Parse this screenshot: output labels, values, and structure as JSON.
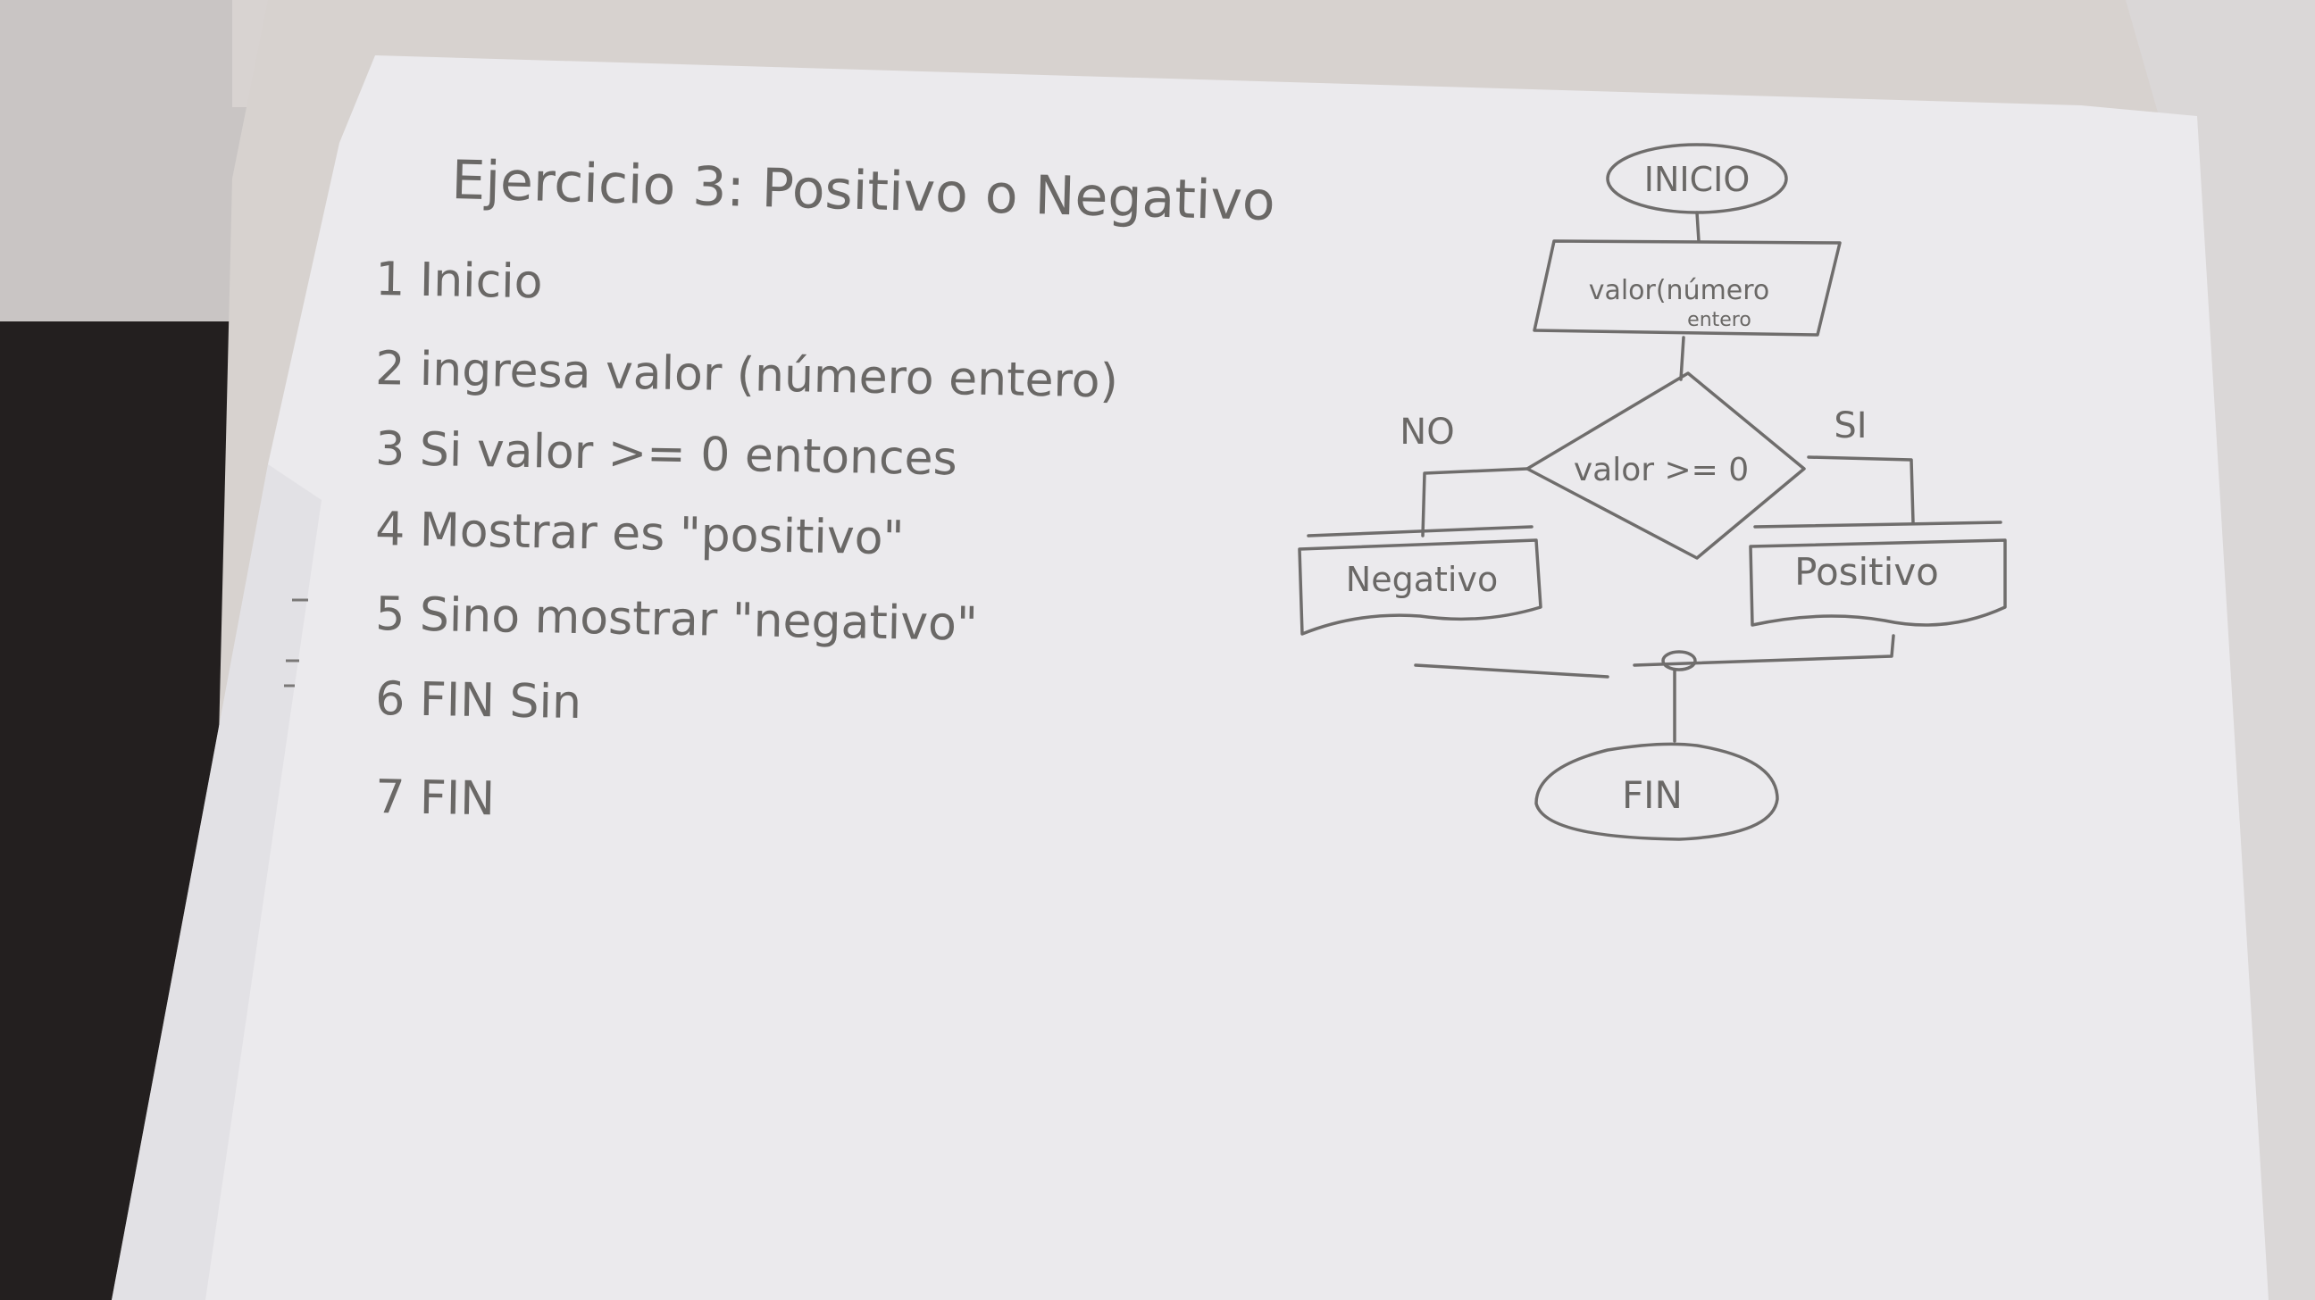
{
  "title": "Ejercicio 3: Positivo o Negativo",
  "steps": [
    "1 Inicio",
    "2 ingresa valor (número entero)",
    "3 Si valor >= 0 entonces",
    "4 Mostrar es \"positivo\"",
    "5 Sino mostrar \"negativo\"",
    "6 FIN Sin",
    "7 FIN"
  ],
  "flowchart": {
    "start": "INICIO",
    "input_line1": "valor(número",
    "input_line2": "entero",
    "decision": "valor >= 0",
    "no_label": "NO",
    "yes_label": "SI",
    "negative_output": "Negativo",
    "positive_output": "Positivo",
    "end": "FIN"
  },
  "colors": {
    "paper": "#ecebee",
    "pencil": "#6f6d6c",
    "background_left": "#2a2626",
    "background_right": "#d7d4d4"
  }
}
